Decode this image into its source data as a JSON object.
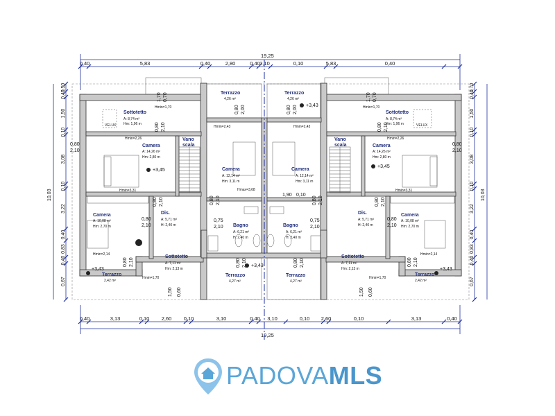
{
  "dims": {
    "total": "19,25",
    "top": [
      "0,40",
      "5,83",
      "0,40",
      "2,80",
      "0,40",
      "3,10",
      "0,10",
      "5,83",
      "0,40"
    ],
    "bottom": [
      "0,40",
      "3,13",
      "0,10",
      "2,60",
      "0,10",
      "3,10",
      "0,40",
      "3,10",
      "0,10",
      "2,60",
      "0,10",
      "3,13",
      "0,40"
    ],
    "left_total": "10,03",
    "left": [
      "0,50",
      "0,40",
      "1,50",
      "0,10",
      "3,08",
      "0,10",
      "3,22",
      "0,40",
      "0,83",
      "0,40",
      "0,67"
    ],
    "right_total": "10,03",
    "right": [
      "0,70",
      "0,40",
      "1,50",
      "0,10",
      "3,08",
      "0,10",
      "3,22",
      "0,40",
      "0,83",
      "0,40",
      "0,67"
    ]
  },
  "rooms": {
    "sottotetto_tl": {
      "name": "Sottotetto",
      "a": "A: 8,74 m²",
      "h": "Hm: 1,96 m"
    },
    "sottotetto_tr": {
      "name": "Sottotetto",
      "a": "A: 8,74 m²",
      "h": "Hm: 1,96 m"
    },
    "terrazzo_tc1": {
      "name": "Terrazzo",
      "a": "4,26 m²"
    },
    "terrazzo_tc2": {
      "name": "Terrazzo",
      "a": "4,26 m²"
    },
    "camera_l1": {
      "name": "Camera",
      "a": "A: 14,26 m²",
      "h": "Hm: 2,80 m"
    },
    "camera_r1": {
      "name": "Camera",
      "a": "A: 14,26 m²",
      "h": "Hm: 2,80 m"
    },
    "vano_l": {
      "name": "Vano\nscala"
    },
    "vano_r": {
      "name": "Vano\nscala"
    },
    "camera_c1": {
      "name": "Camera",
      "a": "A: 12,14 m²",
      "h": "Hm: 3,11 m"
    },
    "camera_c2": {
      "name": "Camera",
      "a": "A: 12,14 m²",
      "h": "Hm: 3,11 m"
    },
    "camera_l2": {
      "name": "Camera",
      "a": "A: 10,08 m²",
      "h": "Hm: 2,70 m"
    },
    "camera_r2": {
      "name": "Camera",
      "a": "A: 10,08 m²",
      "h": "Hm: 2,70 m"
    },
    "dis_l": {
      "name": "Dis.",
      "a": "A: 5,71 m²",
      "h": "H: 2,40 m"
    },
    "dis_r": {
      "name": "Dis.",
      "a": "A: 5,71 m²",
      "h": "H: 2,40 m"
    },
    "bagno_l": {
      "name": "Bagno",
      "a": "A: 6,21 m²",
      "h": "H: 2,40 m"
    },
    "bagno_r": {
      "name": "Bagno",
      "a": "A: 6,21 m²",
      "h": "H: 2,40 m"
    },
    "sottotetto_bl": {
      "name": "Sottotetto",
      "a": "A: 7,11 m²",
      "h": "Hm: 2,13 m"
    },
    "sottotetto_br": {
      "name": "Sottotetto",
      "a": "A: 7,11 m²",
      "h": "Hm: 2,13 m"
    },
    "terrazzo_bl": {
      "name": "Terrazzo",
      "a": "2,42 m²"
    },
    "terrazzo_br": {
      "name": "Terrazzo",
      "a": "2,42 m²"
    },
    "terrazzo_bc1": {
      "name": "Terrazzo",
      "a": "4,27 m²"
    },
    "terrazzo_bc2": {
      "name": "Terrazzo",
      "a": "4,27 m²"
    }
  },
  "hmin": {
    "h170_tl": "Hmin=1,70",
    "h170_tr": "Hmin=1,70",
    "h226_l": "Hmin=2,26",
    "h226_r": "Hmin=2,26",
    "h243_l": "Hmin=2,43",
    "h243_r": "Hmin=2,43",
    "h331_l": "Hmin=3,31",
    "h331_r": "Hmin=3,31",
    "h368": "Hmax=3,68",
    "h214_l": "Hmin=2,14",
    "h214_r": "Hmin=2,14",
    "h170_bl": "Hmin=1,70",
    "h170_br": "Hmin=1,70",
    "velux": "VELUX"
  },
  "levels": {
    "l343": "+3,43",
    "l345": "+3,45"
  },
  "openings": {
    "o080_210": [
      "0,80",
      "2,10"
    ],
    "o075_210": [
      "0,75",
      "2,10"
    ],
    "o170_070": [
      "1,70",
      "0,70"
    ],
    "o080_200": [
      "0,80",
      "2,00"
    ],
    "o150_060": [
      "1,50",
      "0,60"
    ],
    "o190_010": [
      "1,90",
      "0,10"
    ]
  },
  "logo": {
    "brand_light": "PADOVA",
    "brand_bold": "MLS",
    "pin_color": "#5aa6d8"
  }
}
